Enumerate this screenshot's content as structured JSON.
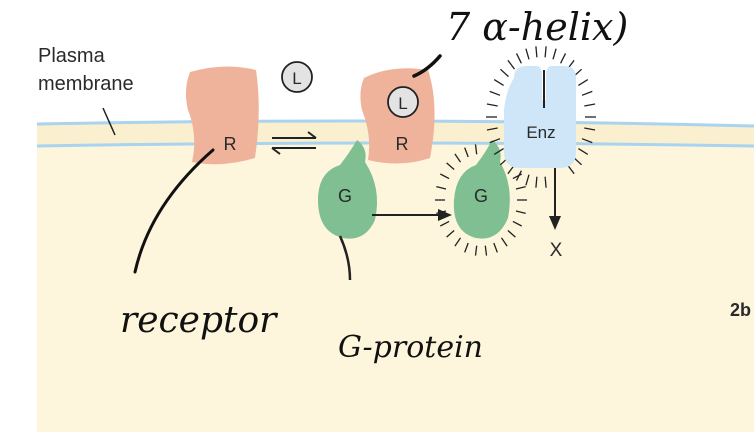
{
  "labels": {
    "membrane_line1": "Plasma",
    "membrane_line2": "membrane",
    "ligand": "L",
    "receptor": "R",
    "gprotein": "G",
    "enzyme": "Enz",
    "product": "X",
    "page_mark": "2b"
  },
  "annotations": {
    "receptor": "receptor",
    "gprotein": "G-protein",
    "top": "7 α-helix)"
  },
  "colors": {
    "cytoplasm": "#fdf6dd",
    "membrane_band": "#faf0cf",
    "membrane_line": "#a9d3ee",
    "receptor_fill": "#efb39c",
    "gprotein_fill": "#7fbf92",
    "enzyme_fill": "#cfe6f8",
    "ligand_fill": "#e3e3e3",
    "ink": "#222222"
  }
}
